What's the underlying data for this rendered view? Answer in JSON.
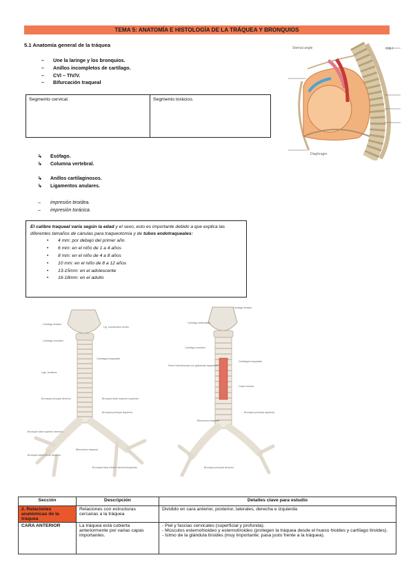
{
  "title": "TEMA 5: ANATOMÍA E HISTOLOGÍA DE LA TRÁQUEA Y BRONQUIOS",
  "section_heading": "5.1 Anatomía general de la tráquea",
  "bullets": [
    {
      "dash": "–",
      "text": "Une la laringe y los bronquios."
    },
    {
      "dash": "–",
      "text": "Anillos incompletos de cartílago."
    },
    {
      "dash": "–",
      "text": "CVI – TIV/V."
    },
    {
      "dash": "–",
      "text": "Bifurcación traqueal"
    }
  ],
  "segment_table": {
    "cervical": "Segmento cervical.",
    "toracico": "Segmento torácico."
  },
  "arrow_group1": [
    {
      "icon": "↳",
      "text": "Esófago."
    },
    {
      "icon": "↳",
      "text": "Columna vertebral."
    }
  ],
  "arrow_group2": [
    {
      "icon": "↳",
      "text": "Anillos cartilaginosos."
    },
    {
      "icon": "↳",
      "text": "Ligamentos anulares."
    }
  ],
  "impressions": [
    {
      "dash": "–",
      "text": "impresión tiroidea."
    },
    {
      "dash": "–",
      "text": "impresión torácica."
    }
  ],
  "calibre": {
    "bold_part": "El calibre traqueal varía según la edad",
    "rest_part": " y el sexo, esto es importante debido a que explica las diferentes tamaños de cánulas para traqueotomía y de ",
    "bold_end": "tubos endotraqueales:",
    "items": [
      "4 mm: por debajo del primer año",
      "6 mm: en el niño de 1 a 4 años",
      "8 mm: en el niño de 4 a 8 años",
      "10 mm: en el niño de 8 a 12 años",
      "13-15mm: en el adolescente",
      "16-18mm: en el adulto"
    ]
  },
  "figure_top": {
    "labels": {
      "sternal_angle": "Sternal angle",
      "rib": "Rib I",
      "diaphragm": "Diaphragm"
    }
  },
  "figure_left": {
    "labels": {
      "cart_tiroides": "Cartílago tiroides",
      "lig_cricotiroideo": "Lig. cricotiroideo medio",
      "cart_cricoides": "Cartílago cricoides",
      "cart_traqueales": "Cartílagos traqueales",
      "lig_anulares": "Ligs. anulares",
      "bronquio_derecho": "Bronquio principal derecho",
      "bronquio_sup_izq": "Bronquio lobar superior izquierdo",
      "bronquio_izquierdo": "Bronquio principal izquierdo",
      "bronquio_lobar_sup": "Bronquio lobar superior derecho",
      "bronquio_lobar_medio": "Bronquio lobar medio derecho",
      "bifurcacion": "Bifurcación traqueal",
      "bronquio_inferior": "Bronquio lobar inferior derecho/izquierdo"
    }
  },
  "figure_right": {
    "labels": {
      "cart_tiroides": "Cartílago tiroides",
      "cart_aritenoides": "Cartílago aritenoides",
      "cart_cricoides": "Cartílago cricoides",
      "pared_membranosa": "Pared membranosa con glándulas traqueales",
      "cart_traqueales": "Cartílagos traqueales",
      "capa_mucosa": "Capa mucosa",
      "bifurcacion": "Bifurcación traqueal",
      "bronquio_izquierdo": "Bronquio principal izquierdo",
      "bronquio_derecho": "Bronquio principal derecho"
    }
  },
  "bottom_table": {
    "headers": [
      "Sección",
      "Descripción",
      "Detalles clave para estudio"
    ],
    "rows": [
      {
        "section": "2. Relaciones anatómicas de la tráquea",
        "description": "Relaciones con estructuras cercanas a la tráquea",
        "details": [
          "Dividido en cara anterior, posterior, laterales, derecha e izquierda"
        ]
      },
      {
        "section": "CARA ANTERIOR",
        "description": "La tráquea está cubierta anteriormente por varias capas importantes.",
        "details": [
          "- Piel y fascias cervicales (superficial y profunda).",
          "- Músculos esternohioideo y esternotiroideo (protegen la tráquea desde el hueso hioides y cartílago tiroides).",
          "- Istmo de la glándula tiroides (muy importante; pasa justo frente a la tráquea)."
        ]
      }
    ]
  },
  "colors": {
    "title_bg": "#f07a52",
    "section_red": "#e8582c"
  }
}
